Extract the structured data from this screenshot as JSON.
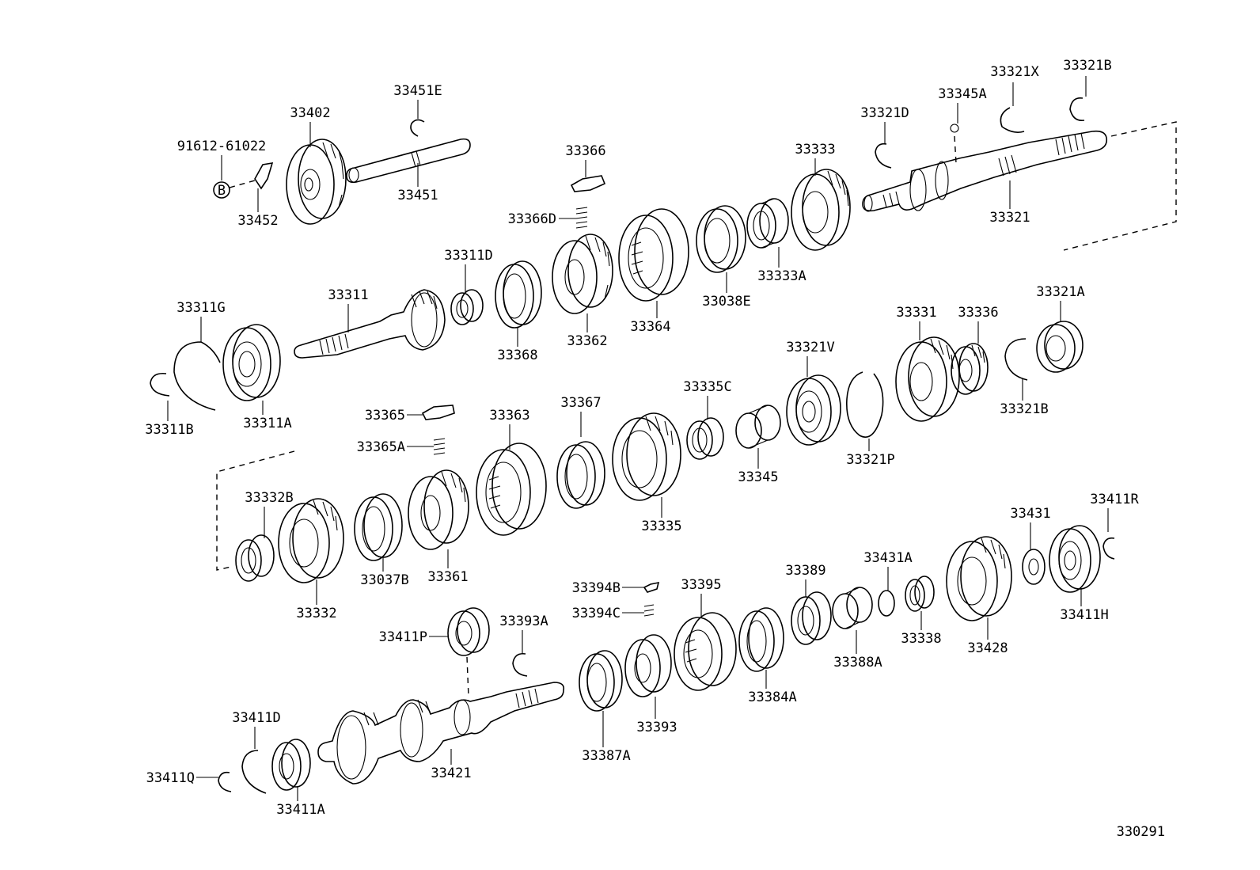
{
  "parts": [
    {
      "id": "p1",
      "label": "91612-61022"
    },
    {
      "id": "p2",
      "label": "33402"
    },
    {
      "id": "p3",
      "label": "33451E"
    },
    {
      "id": "p4",
      "label": "33451"
    },
    {
      "id": "p5",
      "label": "33452"
    },
    {
      "id": "p6",
      "label": "33366"
    },
    {
      "id": "p7",
      "label": "33366D"
    },
    {
      "id": "p8",
      "label": "33333"
    },
    {
      "id": "p9",
      "label": "33333A"
    },
    {
      "id": "p10",
      "label": "33321D"
    },
    {
      "id": "p11",
      "label": "33345A"
    },
    {
      "id": "p12",
      "label": "33321X"
    },
    {
      "id": "p13",
      "label": "33321B"
    },
    {
      "id": "p14",
      "label": "33321"
    },
    {
      "id": "p15",
      "label": "33311D"
    },
    {
      "id": "p16",
      "label": "33311"
    },
    {
      "id": "p17",
      "label": "33311G"
    },
    {
      "id": "p18",
      "label": "33311A"
    },
    {
      "id": "p19",
      "label": "33311B"
    },
    {
      "id": "p20",
      "label": "33368"
    },
    {
      "id": "p21",
      "label": "33362"
    },
    {
      "id": "p22",
      "label": "33364"
    },
    {
      "id": "p23",
      "label": "33038E"
    },
    {
      "id": "p24",
      "label": "33331"
    },
    {
      "id": "p25",
      "label": "33336"
    },
    {
      "id": "p26",
      "label": "33321A"
    },
    {
      "id": "p27",
      "label": "33321B"
    },
    {
      "id": "p28",
      "label": "33321V"
    },
    {
      "id": "p29",
      "label": "33321P"
    },
    {
      "id": "p30",
      "label": "33335C"
    },
    {
      "id": "p31",
      "label": "33345"
    },
    {
      "id": "p32",
      "label": "33335"
    },
    {
      "id": "p33",
      "label": "33367"
    },
    {
      "id": "p34",
      "label": "33363"
    },
    {
      "id": "p35",
      "label": "33365"
    },
    {
      "id": "p36",
      "label": "33365A"
    },
    {
      "id": "p37",
      "label": "33332B"
    },
    {
      "id": "p38",
      "label": "33332"
    },
    {
      "id": "p39",
      "label": "33037B"
    },
    {
      "id": "p40",
      "label": "33361"
    },
    {
      "id": "p41",
      "label": "33431"
    },
    {
      "id": "p42",
      "label": "33411R"
    },
    {
      "id": "p43",
      "label": "33411H"
    },
    {
      "id": "p44",
      "label": "33428"
    },
    {
      "id": "p45",
      "label": "33431A"
    },
    {
      "id": "p46",
      "label": "33338"
    },
    {
      "id": "p47",
      "label": "33389"
    },
    {
      "id": "p48",
      "label": "33388A"
    },
    {
      "id": "p49",
      "label": "33395"
    },
    {
      "id": "p50",
      "label": "33384A"
    },
    {
      "id": "p51",
      "label": "33394B"
    },
    {
      "id": "p52",
      "label": "33394C"
    },
    {
      "id": "p53",
      "label": "33393"
    },
    {
      "id": "p54",
      "label": "33387A"
    },
    {
      "id": "p55",
      "label": "33411P"
    },
    {
      "id": "p56",
      "label": "33393A"
    },
    {
      "id": "p57",
      "label": "33421"
    },
    {
      "id": "p58",
      "label": "33411D"
    },
    {
      "id": "p59",
      "label": "33411Q"
    },
    {
      "id": "p60",
      "label": "33411A"
    }
  ],
  "bolt_symbol": "B",
  "figure_code": "330291"
}
